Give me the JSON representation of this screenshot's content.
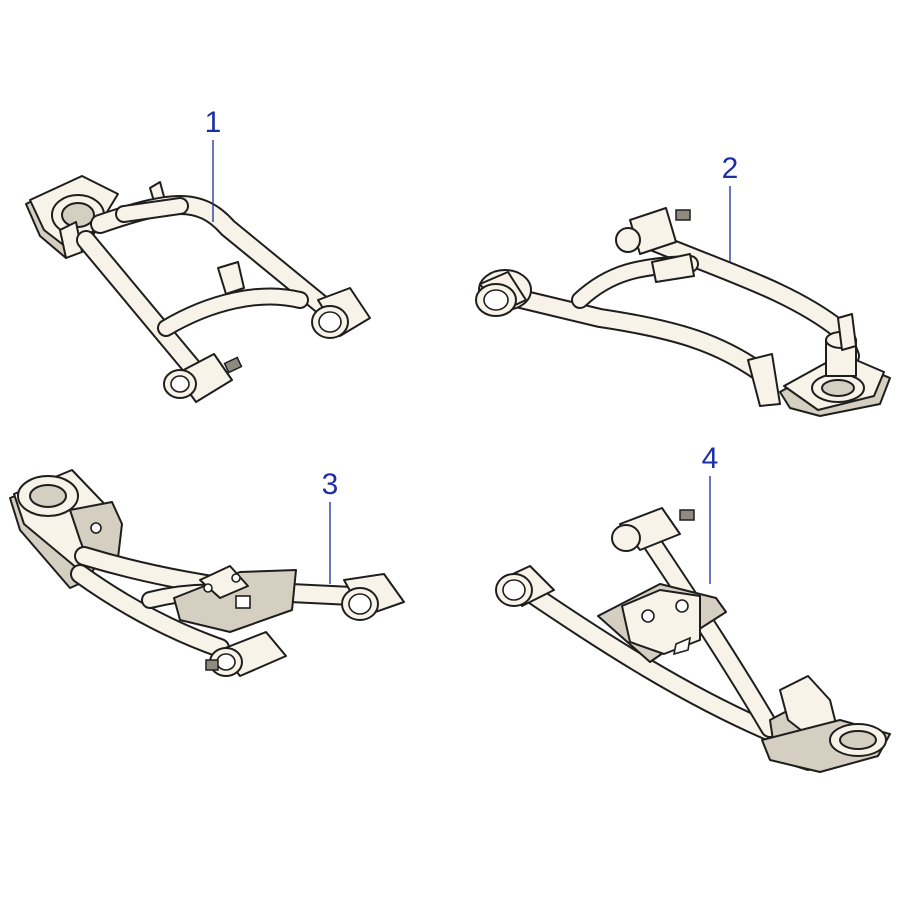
{
  "callouts": [
    {
      "id": "1",
      "label": "1"
    },
    {
      "id": "2",
      "label": "2"
    },
    {
      "id": "3",
      "label": "3"
    },
    {
      "id": "4",
      "label": "4"
    }
  ],
  "colors": {
    "callout": "#1c2fa6",
    "line": "#1e1e1e",
    "metal": "#f7f3e8",
    "shade": "#d4cfc1"
  }
}
